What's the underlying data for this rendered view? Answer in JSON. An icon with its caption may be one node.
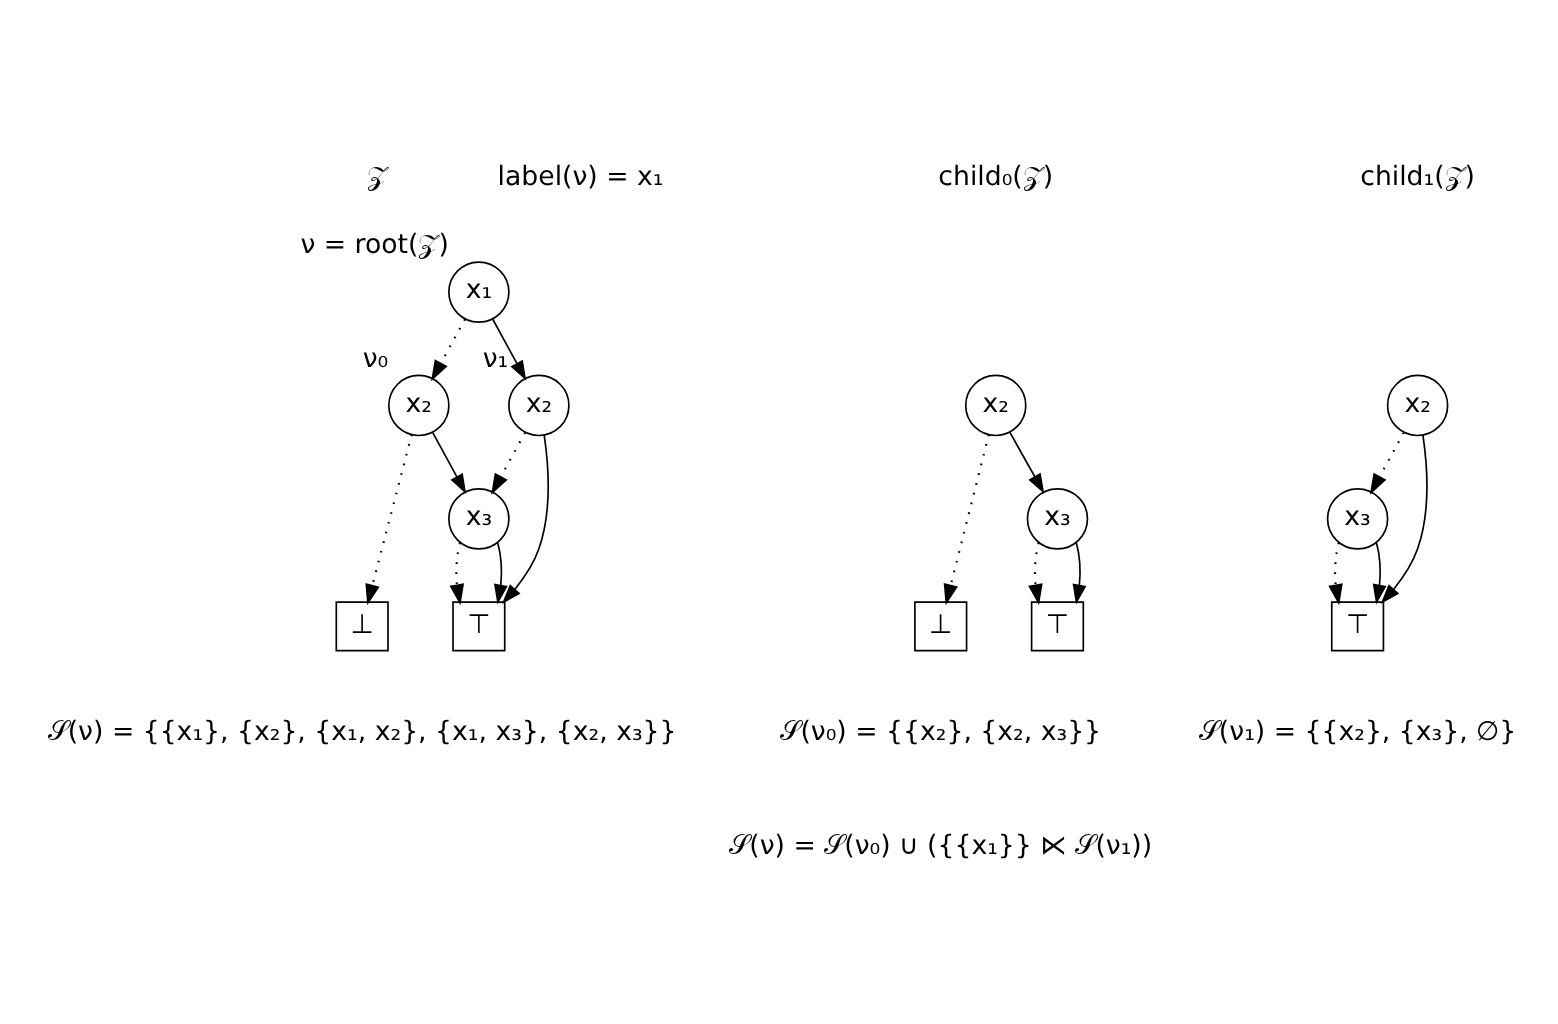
{
  "diagram": {
    "nodes": [
      {
        "text": [
          "x₁"
        ],
        "beside": [
          "ν = root(𝒵)"
        ]
      },
      {
        "text": [
          "x₂"
        ],
        "beside": [
          "ν₀"
        ]
      },
      {
        "text": [
          "x₂"
        ],
        "beside": [
          "ν₁"
        ]
      },
      {
        "text": [
          "x₃"
        ]
      },
      {
        "text": [
          "⊥"
        ]
      },
      {
        "text": [
          "⊤"
        ]
      },
      {
        "text": [
          "x₂"
        ]
      },
      {
        "text": [
          "x₃"
        ]
      },
      {
        "text": [
          "⊥"
        ]
      },
      {
        "text": [
          "⊤"
        ]
      },
      {
        "text": [
          "x₂"
        ]
      },
      {
        "text": [
          "x₃"
        ]
      },
      {
        "text": [
          "⊤"
        ]
      }
    ],
    "edges": [
      {
        "from": 0,
        "to": 1,
        "arrow": "to",
        "style": "dashed"
      },
      {
        "from": 0,
        "to": 2,
        "arrow": "to"
      },
      {
        "from": 1,
        "to": 4,
        "arrow": "to",
        "style": "dashed"
      },
      {
        "from": 1,
        "to": 3,
        "arrow": "to"
      },
      {
        "from": 2,
        "to": 3,
        "arrow": "to",
        "style": "dashed"
      },
      {
        "from": 2,
        "to": 5,
        "arrow": "to"
      },
      {
        "from": 3,
        "to": 5,
        "arrow": "to",
        "style": "dashed"
      },
      {
        "from": 3,
        "to": 5,
        "arrow": "to"
      },
      {
        "from": 6,
        "to": 8,
        "arrow": "to",
        "style": "dashed"
      },
      {
        "from": 6,
        "to": 7,
        "arrow": "to"
      },
      {
        "from": 7,
        "to": 9,
        "arrow": "to",
        "style": "dashed"
      },
      {
        "from": 7,
        "to": 9,
        "arrow": "to"
      },
      {
        "from": 10,
        "to": 11,
        "arrow": "to",
        "style": "dashed"
      },
      {
        "from": 10,
        "to": 12,
        "arrow": "to"
      },
      {
        "from": 11,
        "to": 12,
        "arrow": "to",
        "style": "dashed"
      },
      {
        "from": 11,
        "to": 12,
        "arrow": "to"
      }
    ],
    "labels": [
      "𝒵",
      "label(ν) = x₁",
      "child₀(𝒵)",
      "child₁(𝒵)",
      "𝒮(ν) = {{x₁}, {x₂}, {x₁, x₂}, {x₁, x₃}, {x₂, x₃}}",
      "𝒮(ν₀) = {{x₂}, {x₂, x₃}}",
      "𝒮(ν₁) = {{x₂}, {x₃}, ∅}",
      "𝒮(ν) = 𝒮(ν₀) ∪ ({{x₁}} ⋉ 𝒮(ν₁))"
    ]
  }
}
